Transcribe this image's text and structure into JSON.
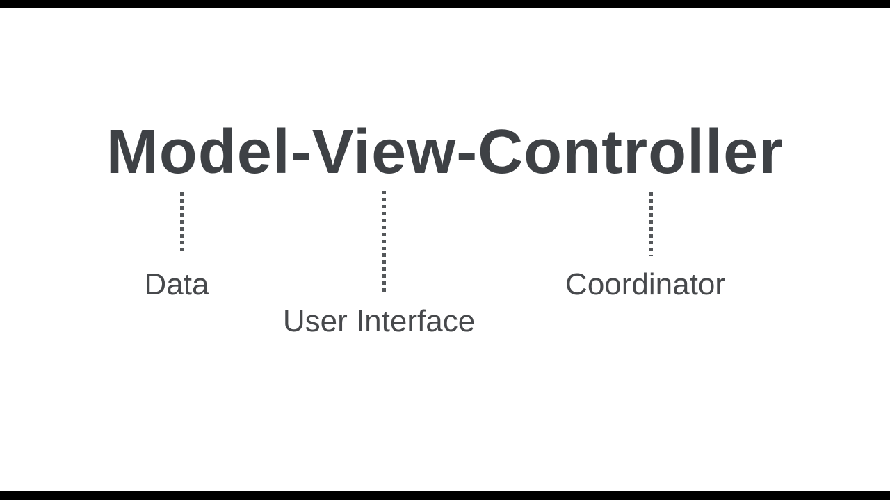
{
  "title": "Model-View-Controller",
  "annotations": [
    {
      "target": "Model",
      "label": "Data"
    },
    {
      "target": "View",
      "label": "User Interface"
    },
    {
      "target": "Controller",
      "label": "Coordinator"
    }
  ],
  "colors": {
    "background": "#ffffff",
    "letterbox": "#000000",
    "title": "#3e4145",
    "label": "#47494c",
    "dots": "#54575a"
  }
}
